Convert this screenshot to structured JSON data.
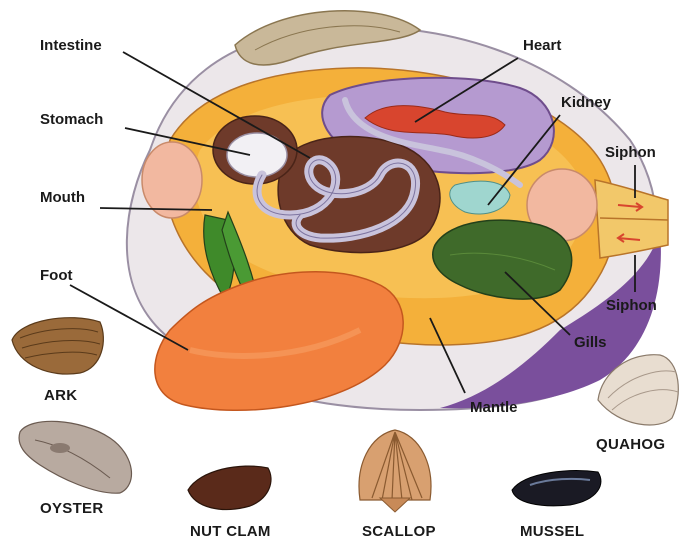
{
  "anatomy_labels": {
    "intestine": "Intestine",
    "heart": "Heart",
    "kidney": "Kidney",
    "stomach": "Stomach",
    "siphon_top": "Siphon",
    "mouth": "Mouth",
    "foot": "Foot",
    "siphon_bottom": "Siphon",
    "gills": "Gills",
    "mantle": "Mantle"
  },
  "shell_labels": {
    "ark": "ARK",
    "oyster": "OYSTER",
    "nut_clam": "NUT CLAM",
    "scallop": "SCALLOP",
    "mussel": "MUSSEL",
    "quahog": "QUAHOG"
  },
  "colors": {
    "shell_purple": "#7a4f9c",
    "body_orange": "#f4b03a",
    "foot_orange": "#f2803e",
    "gills_green": "#3f6a2a",
    "heart_red": "#d8452e",
    "pericardium_lilac": "#b59ad0",
    "intestine_lavender": "#c9c3dc",
    "liver_brown": "#6e3a2a"
  }
}
